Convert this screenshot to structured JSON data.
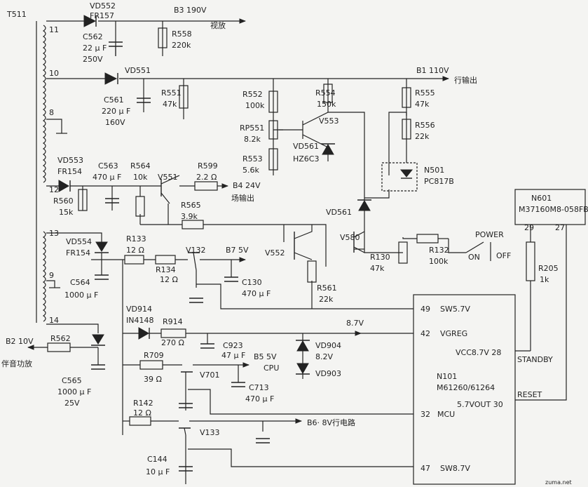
{
  "transformer": {
    "name": "T511",
    "pins": [
      "11",
      "10",
      "8",
      "12",
      "13",
      "9",
      "14"
    ]
  },
  "labels": {
    "vd552": "VD552",
    "fr157": "FR157",
    "b3": "B3 190V",
    "shifang": "视放",
    "c562": "C562",
    "c562_cap": "22 μ F",
    "c562_v": "250V",
    "r558": "R558",
    "r558_v": "220k",
    "vd551": "VD551",
    "b1": "B1 110V",
    "hangshuchu": "行输出",
    "c561": "C561",
    "c561_cap": "220 μ F",
    "c561_v": "160V",
    "r551": "R551",
    "r551_v": "47k",
    "r552": "R552",
    "r552_v": "100k",
    "rp551": "RP551",
    "rp551_v": "8.2k",
    "r553": "R553",
    "r553_v": "5.6k",
    "r554": "R554",
    "r554_v": "150k",
    "v553": "V553",
    "vd561a": "VD561",
    "hz6c3": "HZ6C3",
    "r555": "R555",
    "r555_v": "47k",
    "r556": "R556",
    "r556_v": "22k",
    "n501": "N501",
    "pc817b": "PC817B",
    "vd553": "VD553",
    "fr154a": "FR154",
    "c563": "C563",
    "c563_cap": "470 μ F",
    "r564": "R564",
    "r564_v": "10k",
    "v551": "V551",
    "r599": "R599",
    "r599_v": "2.2 Ω",
    "b4": "B4 24V",
    "changshuchu": "场输出",
    "r560": "R560",
    "r560_v": "15k",
    "r565": "R565",
    "r565_v": "3.9k",
    "vd561b": "VD561",
    "v580": "V580",
    "r130": "R130",
    "r130_v": "47k",
    "r132": "R132",
    "r132_v": "100k",
    "n601": "N601",
    "m37160": "M37160M8-058FB",
    "pin29": "29",
    "pin27": "27",
    "power": "POWER",
    "on": "ON",
    "off": "OFF",
    "r205": "R205",
    "r205_v": "1k",
    "vd554": "VD554",
    "fr154b": "FR154",
    "r133": "R133",
    "r133_v": "12 Ω",
    "r134": "R134",
    "r134_v": "12 Ω",
    "v132": "V132",
    "b7": "B7 5V",
    "c130": "C130",
    "c130_cap": "470 μ F",
    "v552": "V552",
    "r561": "R561",
    "r561_v": "22k",
    "c564": "C564",
    "c564_cap": "1000 μ F",
    "vd914": "VD914",
    "in4148": "IN4148",
    "r914": "R914",
    "r914_v": "270 Ω",
    "c923": "C923",
    "c923_cap": "47 μ F",
    "v87": "8.7V",
    "vd904": "VD904",
    "vd904_v": "8.2V",
    "vd903": "VD903",
    "b2": "B2 10V",
    "r562": "R562",
    "banyin": "伴音功放",
    "c565": "C565",
    "c565_cap": "1000 μ F",
    "c565_v": "25V",
    "r709": "R709",
    "r709_v": "39 Ω",
    "v701": "V701",
    "b5": "B5 5V",
    "cpu": "CPU",
    "c713": "C713",
    "c713_cap": "470 μ F",
    "r142": "R142",
    "r142_v": "12 Ω",
    "v133": "V133",
    "b6": "B6· 8V行电路",
    "c144": "C144",
    "c144_cap": "10 μ F",
    "n101": "N101",
    "m61260": "M61260/61264",
    "p49": "49",
    "sw57": "SW5.7V",
    "p42": "42",
    "vgreg": "VGREG",
    "vcc": "VCC8.7V 28",
    "standby": "STANDBY",
    "p30": "5.7VOUT 30",
    "reset": "RESET",
    "p32": "32",
    "mcu": "MCU",
    "p47": "47",
    "sw87": "SW8.7V",
    "watermark": "zuma.net"
  }
}
